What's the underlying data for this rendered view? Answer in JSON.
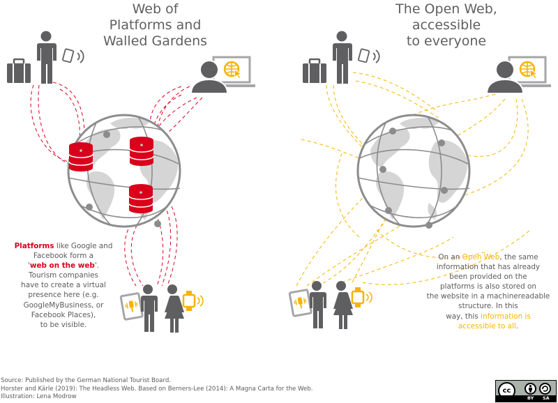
{
  "colors": {
    "platform_red": "#d9001b",
    "open_yellow": "#f6b400",
    "icon_gray": "#5f5f61",
    "globe_gray": "#8c8c8e",
    "land_gray": "#d5d5d6"
  },
  "left_panel": {
    "title_lines": [
      "Web of",
      "Platforms and",
      "Walled Gardens"
    ],
    "caption": {
      "line1_highlight": "Platforms",
      "line1_rest": " like Google and",
      "line2": "Facebook form a",
      "line3_quote_open": "'",
      "line3_highlight": "web on the web",
      "line3_quote_close": "'.",
      "line4": "Tourism companies",
      "line5": "have to create a virtual",
      "line6": "presence here (e.g.",
      "line7": "GoogleMyBusiness, or",
      "line8": "Facebook Places),",
      "line9": "to be visible."
    },
    "icons": [
      "suitcase-icon",
      "traveler-icon",
      "tablet-icon",
      "user-at-computer-icon",
      "globe-icon",
      "database-icon",
      "database-icon",
      "database-icon",
      "tablet-audio-icon",
      "man-icon",
      "woman-icon",
      "smartwatch-icon"
    ]
  },
  "right_panel": {
    "title_lines": [
      "The Open Web,",
      "accessible",
      "to everyone"
    ],
    "caption": {
      "line1_pre": "On an ",
      "line1_highlight": "Open Web",
      "line1_rest": ", the same",
      "line2": "information that has already",
      "line3": "been provided on the",
      "line4": "platforms is also stored on",
      "line5": "the website in a machinereadable",
      "line6": "structure. In this",
      "line7_pre": "way, this ",
      "line7_highlight": "information is",
      "line8_highlight": "accessible to all",
      "line8_rest": "."
    }
  },
  "credits": {
    "line1": "Source: Published by the German National Tourist Board.",
    "line2": "Horster and Kärle (2019): The Headless Web. Based on Berners-Lee (2014): A Magna Carta for the Web.",
    "line3": "Illustration: Lena Modrow"
  },
  "license_badge": {
    "cc_label": "cc",
    "by_label": "BY",
    "sa_label": "SA"
  }
}
